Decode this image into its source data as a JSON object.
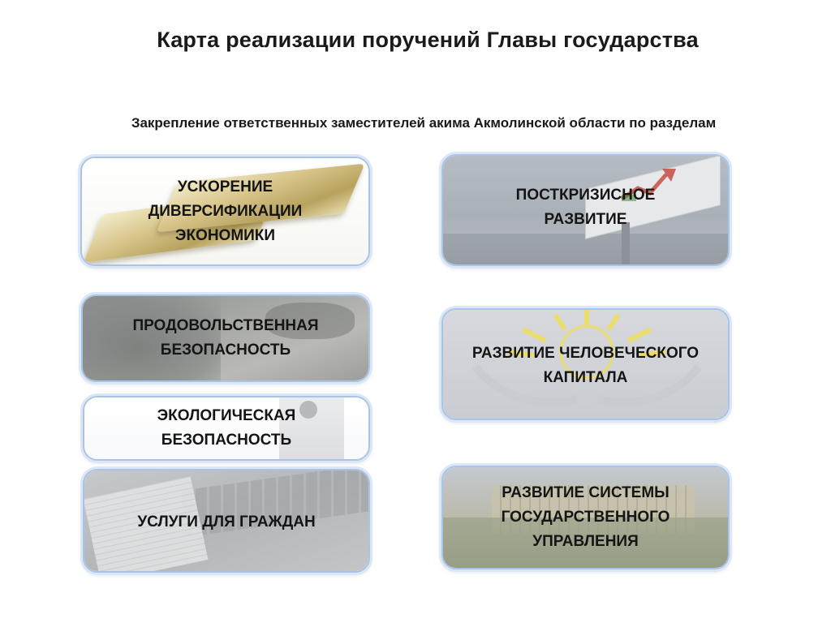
{
  "title": "Карта реализации поручений Главы государства",
  "subtitle": "Закрепление ответственных заместителей акима Акмолинской области по разделам",
  "cards": {
    "diversification": "УСКОРЕНИЕ ДИВЕРСИФИКАЦИИ ЭКОНОМИКИ",
    "postcrisis": "ПОСТКРИЗИСНОЕ РАЗВИТИЕ",
    "food_security": "ПРОДОВОЛЬСТВЕННАЯ БЕЗОПАСНОСТЬ",
    "human_capital": "РАЗВИТИЕ ЧЕЛОВЕЧЕСКОГО КАПИТАЛА",
    "ecological_security": "ЭКОЛОГИЧЕСКАЯ БЕЗОПАСНОСТЬ",
    "citizen_services": "УСЛУГИ ДЛЯ ГРАЖДАН",
    "public_administration": "РАЗВИТИЕ СИСТЕМЫ ГОСУДАРСТВЕННОГО УПРАВЛЕНИЯ"
  },
  "colors": {
    "card_border": "#a9c4e6",
    "gold": "#d8c58b",
    "arrow_red": "#c0392b",
    "arrow_green": "#3f8a3a",
    "sun_yellow": "#f2e04a"
  }
}
